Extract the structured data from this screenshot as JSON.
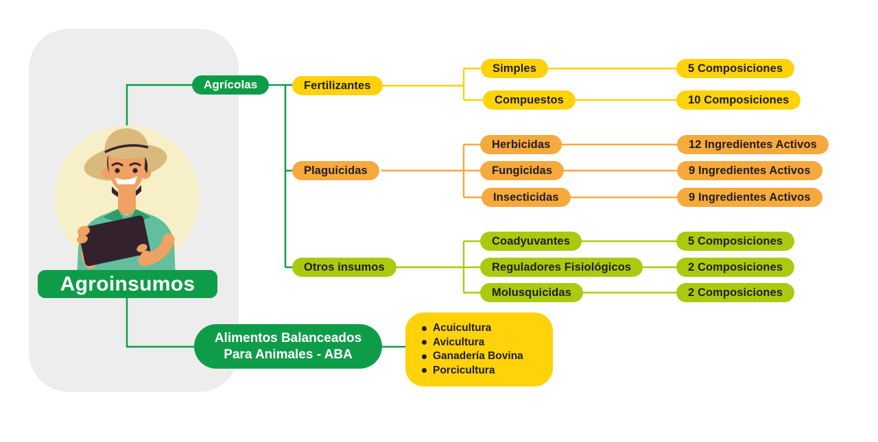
{
  "mindmap": {
    "root_label": "Agroinsumos",
    "agricolas": {
      "label": "Agrícolas",
      "groups": [
        {
          "label": "Fertilizantes",
          "items": [
            {
              "name": "Simples",
              "value": "5 Composiciones"
            },
            {
              "name": "Compuestos",
              "value": "10 Composiciones"
            }
          ]
        },
        {
          "label": "Plaguicidas",
          "items": [
            {
              "name": "Herbicidas",
              "value": "12 Ingredientes Activos"
            },
            {
              "name": "Fungicidas",
              "value": "9 Ingredientes Activos"
            },
            {
              "name": "Insecticidas",
              "value": "9 Ingredientes Activos"
            }
          ]
        },
        {
          "label": "Otros insumos",
          "items": [
            {
              "name": "Coadyuvantes",
              "value": "5 Composiciones"
            },
            {
              "name": "Reguladores Fisiológicos",
              "value": "2 Composiciones"
            },
            {
              "name": "Molusquicidas",
              "value": "2 Composiciones"
            }
          ]
        }
      ]
    },
    "aba": {
      "label_line1": "Alimentos Balanceados",
      "label_line2": "Para Animales - ABA",
      "items": [
        "Acuicultura",
        "Avicultura",
        "Ganadería Bovina",
        "Porcicultura"
      ]
    }
  },
  "colors": {
    "green": "#0F9C49",
    "yellow": "#FFD20A",
    "orange": "#F6A93D",
    "lime": "#ABC90F",
    "card_gray": "#EDEDED",
    "text_dark": "#1E1E1C",
    "circle_cream": "#F6EFC7"
  }
}
